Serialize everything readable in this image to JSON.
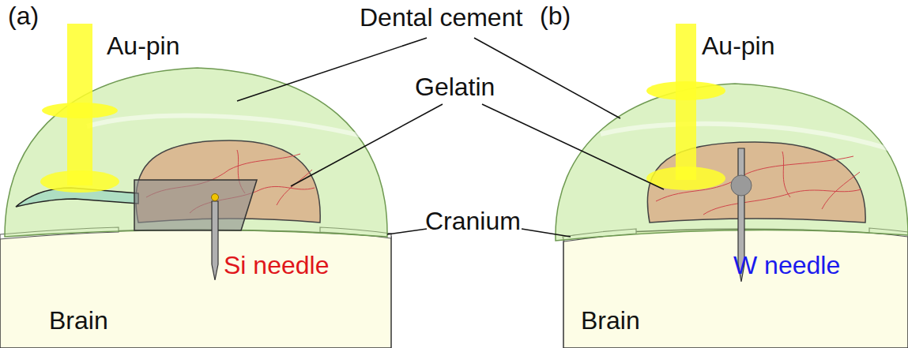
{
  "diagram": {
    "labels": [
      "(a)",
      "Dental cement",
      "(b)",
      "Au-pin",
      "Au-pin",
      "Gelatin",
      "Cranium",
      "Si needle",
      "W needle",
      "Brain",
      "Brain"
    ]
  }
}
